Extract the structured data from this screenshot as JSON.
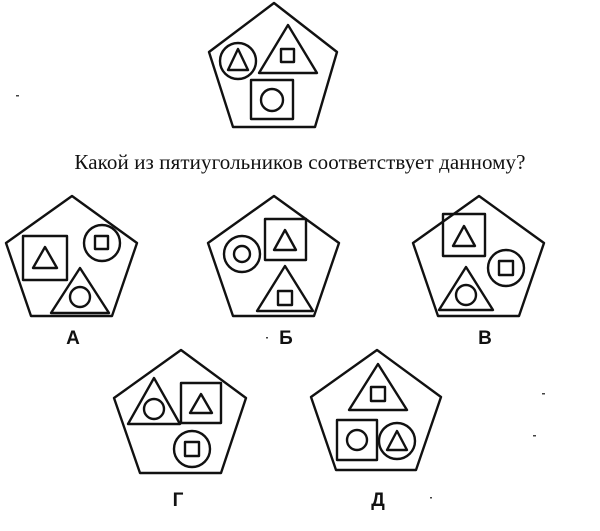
{
  "question": "Какой из пятиугольников соответствует данному?",
  "options": [
    {
      "label": "А"
    },
    {
      "label": "Б"
    },
    {
      "label": "В"
    },
    {
      "label": "Г"
    },
    {
      "label": "Д"
    }
  ]
}
